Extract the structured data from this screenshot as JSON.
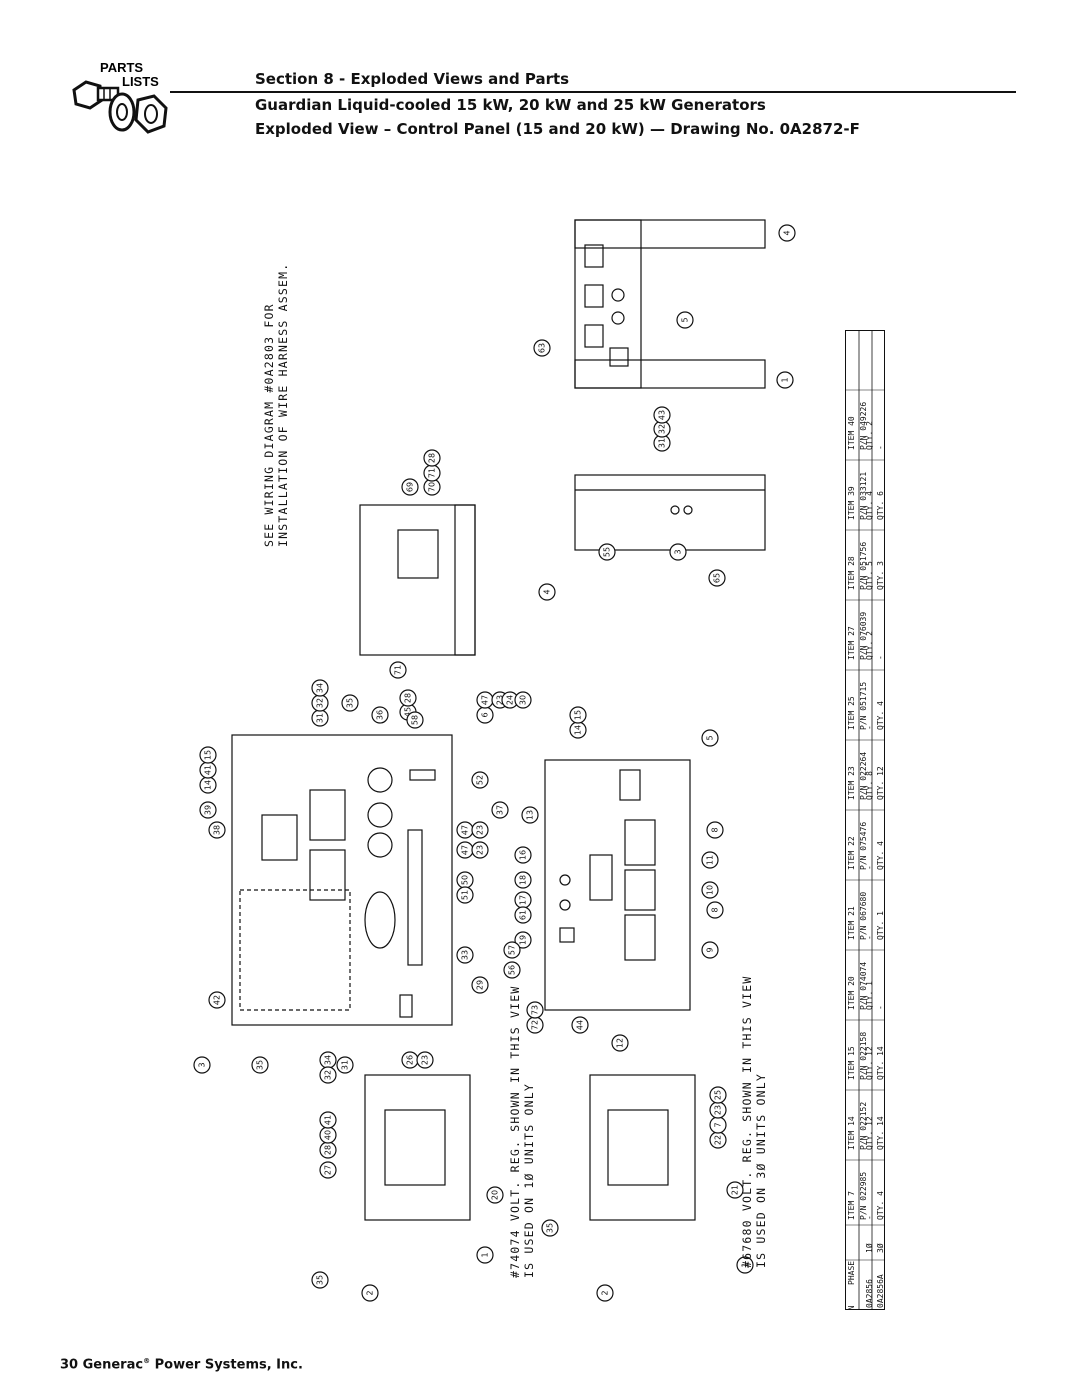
{
  "header": {
    "logo_line1": "PARTS",
    "logo_line2": "LISTS",
    "section": "Section 8 - Exploded Views and Parts",
    "subtitle": "Guardian Liquid-cooled 15 kW, 20 kW and 25 kW Generators",
    "drawing_title": "Exploded View – Control Panel (15 and 20 kW) — Drawing No. 0A2872-F"
  },
  "notes": {
    "wiring_1": "SEE WIRING DIAGRAM #0A2803 FOR",
    "wiring_2": "INSTALLATION OF WIRE HARNESS ASSEM.",
    "vr_1ph_1": "#74074 VOLT. REG. SHOWN IN THIS VIEW",
    "vr_1ph_2": "IS USED ON 1Ø UNITS ONLY",
    "vr_3ph_1": "#67680 VOLT. REG. SHOWN IN THIS VIEW",
    "vr_3ph_2": "IS USED ON 3Ø UNITS ONLY"
  },
  "balloons": [
    "4",
    "5",
    "63",
    "1",
    "31",
    "32",
    "43",
    "69",
    "70",
    "71",
    "28",
    "4",
    "55",
    "3",
    "65",
    "31",
    "32",
    "34",
    "35",
    "36",
    "45",
    "28",
    "71",
    "58",
    "6",
    "47",
    "23",
    "24",
    "30",
    "39",
    "14",
    "41",
    "15",
    "38",
    "47",
    "23",
    "52",
    "37",
    "47",
    "23",
    "50",
    "51",
    "33",
    "29",
    "26",
    "23",
    "42",
    "3",
    "35",
    "34",
    "32",
    "31",
    "14",
    "15",
    "5",
    "13",
    "16",
    "18",
    "17",
    "61",
    "19",
    "57",
    "56",
    "72",
    "73",
    "44",
    "12",
    "8",
    "11",
    "10",
    "8",
    "9",
    "27",
    "28",
    "40",
    "41",
    "20",
    "35",
    "2",
    "1",
    "22",
    "7",
    "23",
    "25",
    "21",
    "35",
    "2",
    "1"
  ],
  "parts_table": {
    "headers": [
      "P/N",
      "PHASE",
      "ITEM 7",
      "ITEM 14",
      "ITEM 15",
      "ITEM 20",
      "ITEM 21",
      "ITEM 22",
      "ITEM 23",
      "ITEM 25",
      "ITEM 27",
      "ITEM 28",
      "ITEM 39",
      "ITEM 40"
    ],
    "pn_row": [
      "P/N 022985",
      "P/N 022152",
      "P/N 022158",
      "P/N 074074",
      "P/N 067680",
      "P/N 075476",
      "P/N 022264",
      "P/N 051715",
      "P/N 076039",
      "P/N 051756",
      "P/N 033121",
      "P/N 049226"
    ],
    "rows": [
      {
        "pn": "0A2856",
        "phase": "1Ø",
        "qty": [
          "-",
          "QTY. 12",
          "QTY. 12",
          "QTY. 1",
          "-",
          "-",
          "QTY. 8",
          "-",
          "QTY. 2",
          "QTY. 5",
          "QTY. 4",
          "QTY. 2"
        ]
      },
      {
        "pn": "0A2856A",
        "phase": "3Ø",
        "qty": [
          "QTY. 4",
          "QTY. 14",
          "QTY. 14",
          "-",
          "QTY. 1",
          "QTY. 4",
          "QTY. 12",
          "QTY. 4",
          "-",
          "QTY. 3",
          "QTY. 6",
          "-"
        ]
      }
    ]
  },
  "footer": {
    "page_number": "30",
    "company": "Generac",
    "reg": "®",
    "company_rest": "Power Systems, Inc."
  }
}
